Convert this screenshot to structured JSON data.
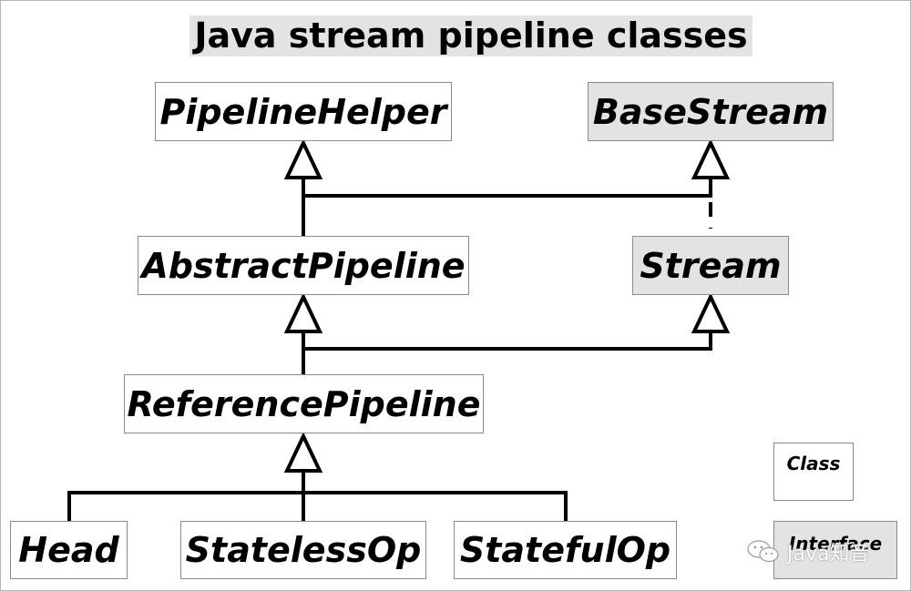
{
  "title": "Java stream pipeline classes",
  "nodes": {
    "pipeline_helper": {
      "label": "PipelineHelper",
      "kind": "class"
    },
    "base_stream": {
      "label": "BaseStream",
      "kind": "interface"
    },
    "abstract_pipeline": {
      "label": "AbstractPipeline",
      "kind": "class"
    },
    "stream": {
      "label": "Stream",
      "kind": "interface"
    },
    "reference_pipeline": {
      "label": "ReferencePipeline",
      "kind": "class"
    },
    "head": {
      "label": "Head",
      "kind": "class"
    },
    "stateless_op": {
      "label": "StatelessOp",
      "kind": "class"
    },
    "stateful_op": {
      "label": "StatefulOp",
      "kind": "class"
    }
  },
  "edges": [
    {
      "from": "abstract_pipeline",
      "to": "pipeline_helper",
      "type": "extends"
    },
    {
      "from": "abstract_pipeline",
      "to": "base_stream",
      "type": "implements"
    },
    {
      "from": "stream",
      "to": "base_stream",
      "type": "extends"
    },
    {
      "from": "reference_pipeline",
      "to": "abstract_pipeline",
      "type": "extends"
    },
    {
      "from": "reference_pipeline",
      "to": "stream",
      "type": "implements"
    },
    {
      "from": "head",
      "to": "reference_pipeline",
      "type": "extends"
    },
    {
      "from": "stateless_op",
      "to": "reference_pipeline",
      "type": "extends"
    },
    {
      "from": "stateful_op",
      "to": "reference_pipeline",
      "type": "extends"
    }
  ],
  "legend": {
    "class_label": "Class",
    "interface_label": "Interface",
    "class_color": "#ffffff",
    "interface_color": "#e3e3e3"
  },
  "watermark": {
    "icon": "wechat-icon",
    "text": "Java知音"
  }
}
